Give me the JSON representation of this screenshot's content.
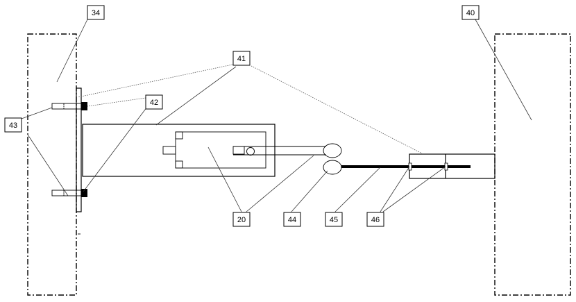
{
  "labels": {
    "l34": "34",
    "l40": "40",
    "l41": "41",
    "l42": "42",
    "l43": "43",
    "l20": "20",
    "l44": "44",
    "l45": "45",
    "l46": "46"
  },
  "colors": {
    "line": "#000000",
    "leader": "#555555",
    "background": "#ffffff"
  }
}
